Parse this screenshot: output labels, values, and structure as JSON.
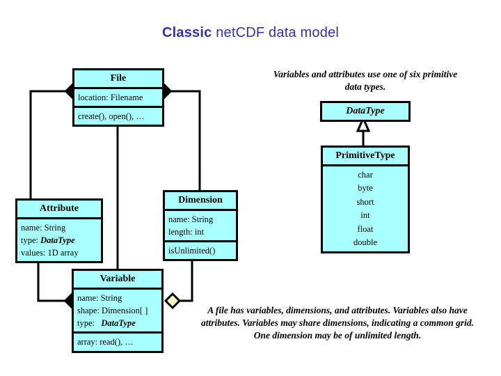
{
  "title": {
    "emphasis": "Classic",
    "rest": " netCDF data model"
  },
  "colors": {
    "title_color": "#333399",
    "box_fill": "#aaffff",
    "box_border": "#000000",
    "filled_diamond": "#000000",
    "hollow_diamond": "#ffffcc",
    "background": "#ffffff"
  },
  "classes": {
    "file": {
      "name": "File",
      "attributes": [
        "location: Filename"
      ],
      "operations": [
        "create(), open(), …"
      ]
    },
    "attribute": {
      "name": "Attribute",
      "rows": [
        {
          "label": "name: String",
          "em": ""
        },
        {
          "label": "type: ",
          "em": "DataType"
        },
        {
          "label": "values: 1D array",
          "em": ""
        }
      ]
    },
    "dimension": {
      "name": "Dimension",
      "attributes": [
        "name: String",
        "length: int"
      ],
      "operations": [
        "isUnlimited()"
      ]
    },
    "variable": {
      "name": "Variable",
      "rows": [
        {
          "label": "name: String",
          "em": ""
        },
        {
          "label": "shape: Dimension[ ]",
          "em": ""
        },
        {
          "label": "type:   ",
          "em": "DataType"
        }
      ],
      "operations": [
        "array: read(), …"
      ]
    },
    "datatype": {
      "name": "DataType"
    },
    "primitivetype": {
      "name": "PrimitiveType",
      "values": [
        "char",
        "byte",
        "short",
        "int",
        "float",
        "double"
      ]
    }
  },
  "annotations": {
    "datatype_note": "Variables and attributes use one of six primitive data types.",
    "file_note": "A file has variables, dimensions, and attributes.  Variables also have attributes.  Variables may share dimensions, indicating a common grid.  One dimension may be of unlimited length."
  },
  "relationships": [
    {
      "name": "file-has-attributes",
      "from": "File",
      "to": "Attribute",
      "kind": "composition"
    },
    {
      "name": "file-has-dimensions",
      "from": "File",
      "to": "Dimension",
      "kind": "composition"
    },
    {
      "name": "file-has-variables",
      "from": "File",
      "to": "Variable",
      "kind": "composition"
    },
    {
      "name": "variable-has-attributes",
      "from": "Variable",
      "to": "Attribute",
      "kind": "composition"
    },
    {
      "name": "variable-shares-dimensions",
      "from": "Variable",
      "to": "Dimension",
      "kind": "aggregation"
    },
    {
      "name": "primitivetype-is-a-datatype",
      "from": "PrimitiveType",
      "to": "DataType",
      "kind": "generalization"
    }
  ]
}
